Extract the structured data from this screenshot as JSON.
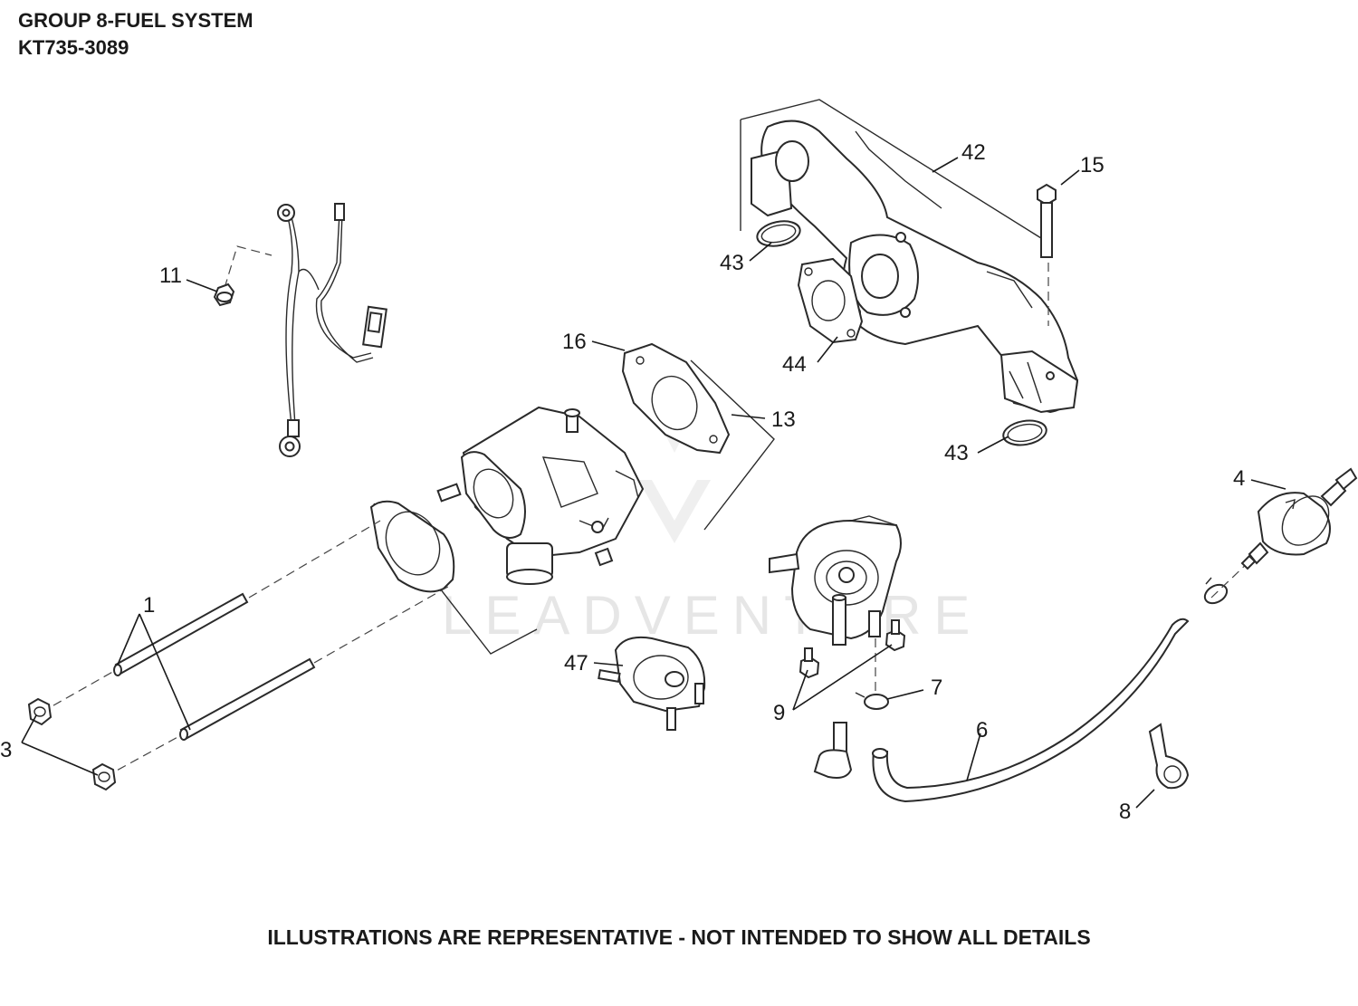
{
  "header": {
    "title": "GROUP 8-FUEL SYSTEM",
    "model": "KT735-3089"
  },
  "footer": {
    "disclaimer": "ILLUSTRATIONS ARE REPRESENTATIVE - NOT INTENDED TO SHOW ALL DETAILS"
  },
  "watermark": "LEADVENTURE",
  "callouts": {
    "c1": "1",
    "c3": "3",
    "c4": "4",
    "c6": "6",
    "c7": "7",
    "c8": "8",
    "c9": "9",
    "c11": "11",
    "c13": "13",
    "c15": "15",
    "c16": "16",
    "c42": "42",
    "c43a": "43",
    "c43b": "43",
    "c44": "44",
    "c47": "47"
  }
}
